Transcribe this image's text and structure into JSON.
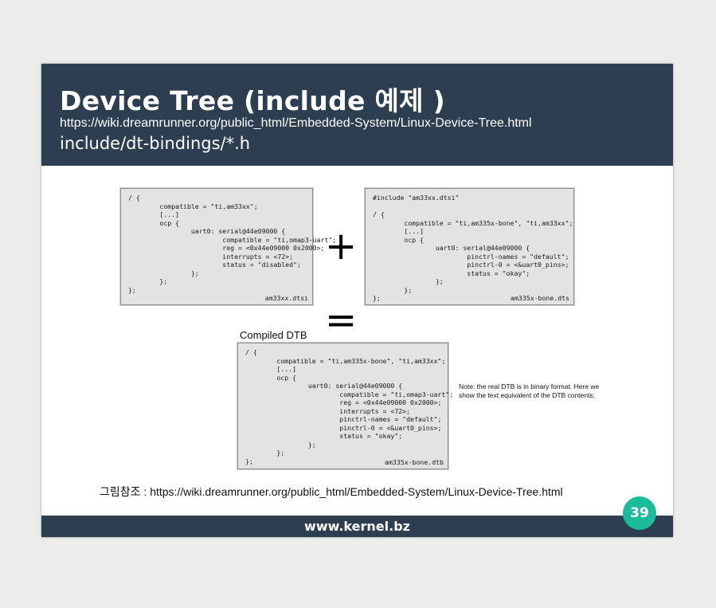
{
  "slide": {
    "title": "Device Tree (include  예제 )",
    "url": "https://wiki.dreamrunner.org/public_html/Embedded-System/Linux-Device-Tree.html",
    "subtitle": "include/dt-bindings/*.h",
    "figure": {
      "box1": {
        "code": "/ {\n        compatible = \"ti,am33xx\";\n        [...]\n        ocp {\n                uart0: serial@44e09000 {\n                        compatible = \"ti,omap3-uart\";\n                        reg = <0x44e09000 0x2000>;\n                        interrupts = <72>;\n                        status = \"disabled\";\n                };\n        };\n};",
        "filename": "am33xx.dtsi"
      },
      "plus": "+",
      "box2": {
        "code": "#include \"am33xx.dtsi\"\n\n/ {\n        compatible = \"ti,am335x-bone\", \"ti,am33xx\";\n        [...]\n        ocp {\n                uart0: serial@44e09000 {\n                        pinctrl-names = \"default\";\n                        pinctrl-0 = <&uart0_pins>;\n                        status = \"okay\";\n                };\n        };\n};",
        "filename": "am335x-bone.dts"
      },
      "equals": "=",
      "compiled_label": "Compiled DTB",
      "box3": {
        "code": "/ {\n        compatible = \"ti,am335x-bone\", \"ti,am33xx\";\n        [...]\n        ocp {\n                uart0: serial@44e09000 {\n                        compatible = \"ti,omap3-uart\";\n                        reg = <0x44e09000 0x2000>;\n                        interrupts = <72>;\n                        pinctrl-names = \"default\";\n                        pinctrl-0 = <&uart0_pins>;\n                        status = \"okay\";\n                };\n        };\n};",
        "filename": "am335x-bone.dtb"
      },
      "note": "Note: the real DTB is in binary format. Here we show the text equivalent of the DTB contents;"
    },
    "caption": "그림참조 : https://wiki.dreamrunner.org/public_html/Embedded-System/Linux-Device-Tree.html",
    "footer": "www.kernel.bz",
    "page_number": "39"
  },
  "colors": {
    "header_bg": "#2c3e50",
    "badge_bg": "#1abc9c",
    "code_bg": "#e3e3e3"
  }
}
